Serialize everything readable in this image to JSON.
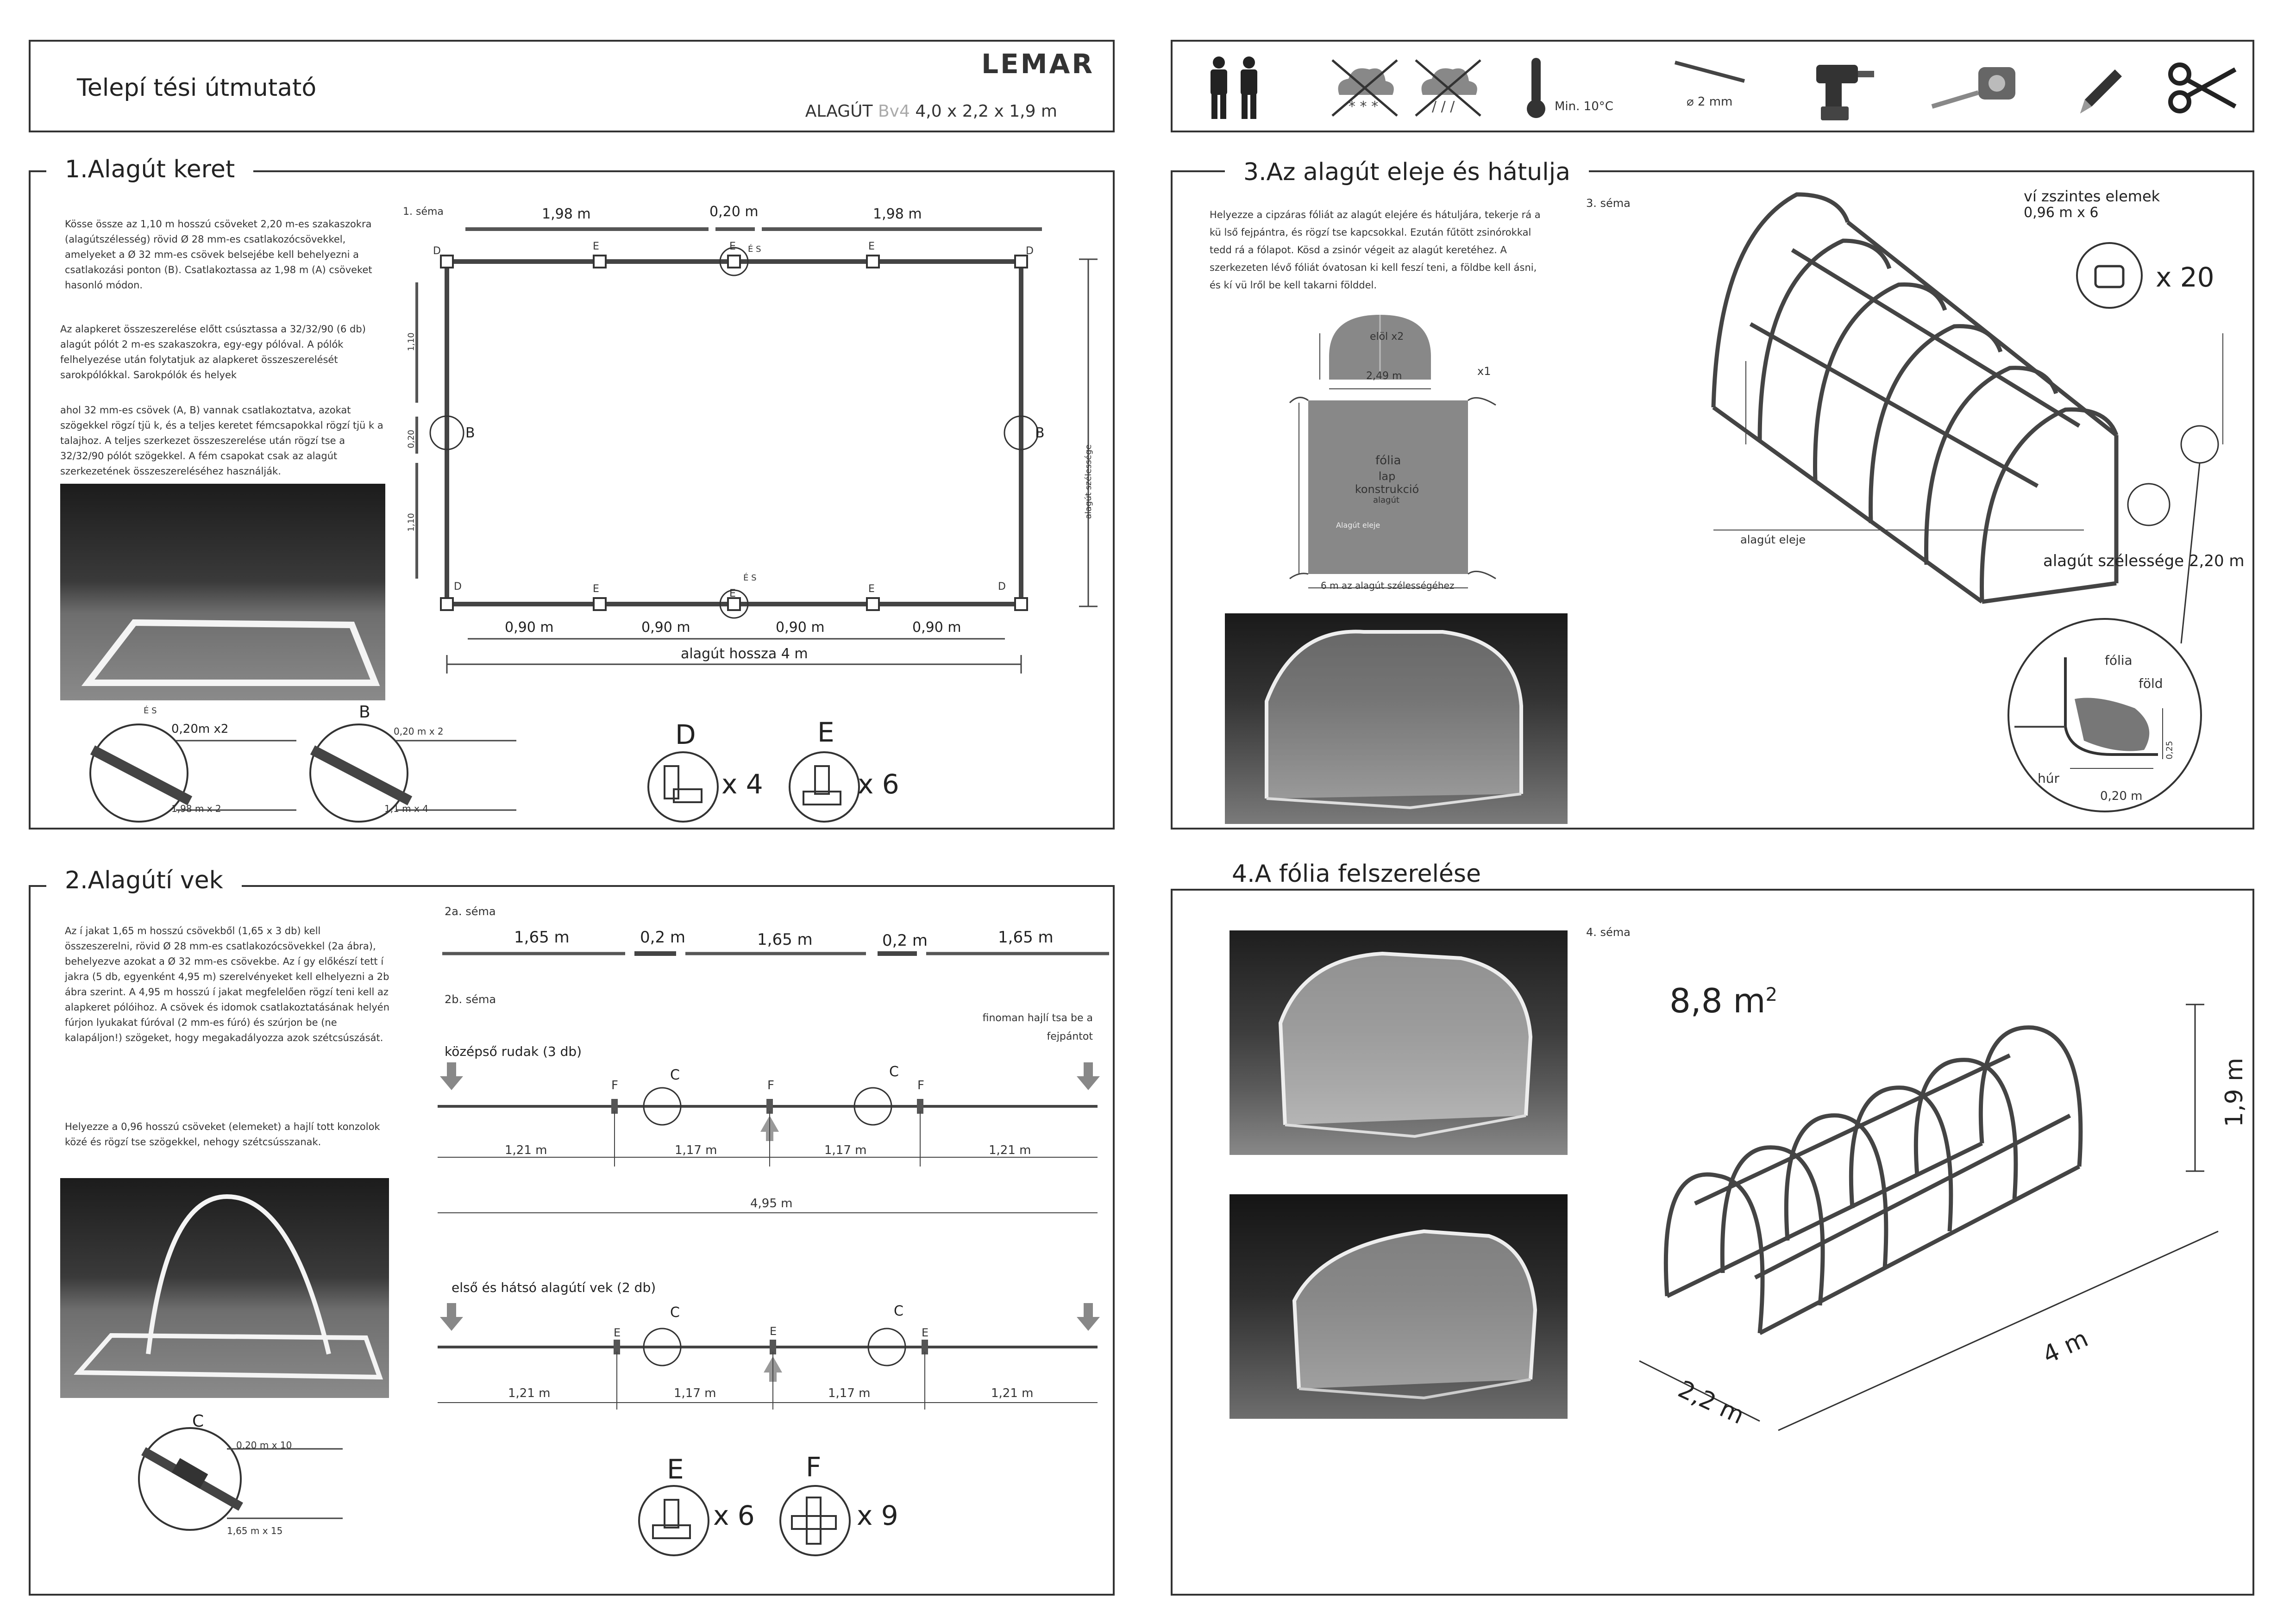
{
  "header": {
    "title": "Telepí tési útmutató",
    "brand": "LEMAR",
    "model_prefix": "ALAGÚT",
    "model_code": "Bv4",
    "model_dims": "4,0 x 2,2 x 1,9 m"
  },
  "toolbar": {
    "min_temp": "Min. 10°C",
    "drill_size": "2 mm",
    "diameter_symbol": "⌀"
  },
  "s1": {
    "title": "1.Alagút keret",
    "para1": "Kösse össze az 1,10 m hosszú csöveket 2,20 m-es szakaszokra (alagútszélesség) rövid Ø 28 mm-es csatlakozócsövekkel, amelyeket a Ø 32 mm-es csövek belsejébe kell behelyezni a csatlakozási ponton (B). Csatlakoztassa az 1,98 m (A) csöveket hasonló módon.",
    "para2": "Az alapkeret összeszerelése előtt csúsztassa a 32/32/90 (6 db) alagút pólót 2 m-es szakaszokra, egy-egy pólóval. A pólók felhelyezése után folytatjuk az alapkeret összeszerelését sarokpólókkal. Sarokpólók és helyek",
    "para3": "ahol 32 mm-es csövek (A, B) vannak csatlakoztatva, azokat szögekkel rögzí tjü k, és a teljes keretet fémcsapokkal rögzí tjü k a talajhoz. A teljes szerkezet összeszerelése után rögzí tse a 32/32/90 pólót szögekkel. A fém csapokat csak az alagút szerkezetének összeszereléséhez használják.",
    "schema": "1. séma",
    "dim_198a": "1,98 m",
    "dim_020": "0,20 m",
    "dim_198b": "1,98 m",
    "dim_090": "0,90 m",
    "length_label": "alagút hossza 4 m",
    "width_label": "alagút szélessége",
    "side_110a": "1,10",
    "side_020": "0,20",
    "side_110b": "1,10",
    "lbl_D": "D",
    "lbl_E": "E",
    "lbl_B": "B",
    "lbl_ES": "É S",
    "detail1_top": "0,20m x2",
    "detail1_bot": "1,98 m x 2",
    "detail2_top": "0,20 m x 2",
    "detail2_bot": "1,1 m x 4",
    "count_D": "x 4",
    "count_E": "x 6"
  },
  "s2": {
    "title": "2.Alagútí vek",
    "para1": "Az í jakat 1,65 m hosszú csövekből (1,65 x 3 db) kell összeszerelni, rövid Ø 28 mm-es csatlakozócsövekkel (2a ábra), behelyezve azokat a Ø 32 mm-es csövekbe. Az í gy előkészí tett í jakra (5 db, egyenként 4,95 m) szerelvényeket kell elhelyezni a 2b ábra szerint. A 4,95 m hosszú í jakat megfelelően rögzí teni kell az alapkeret pólóihoz. A csövek és idomok csatlakoztatásának helyén fúrjon lyukakat fúróval (2 mm-es fúró) és szúrjon be (ne kalapáljon!) szögeket, hogy megakadályozza azok szétcsúszását.",
    "para2": "Helyezze a 0,96 hosszú csöveket (elemeket) a hajlí tott konzolok közé és rögzí tse szögekkel, nehogy szétcsússzanak.",
    "schema_a": "2a. séma",
    "schema_b": "2b. séma",
    "dim_165": "1,65 m",
    "dim_02": "0,2 m",
    "bend_note": "finoman hajlí tsa be a fejpántot",
    "mid_rods": "középső rudak (3 db)",
    "end_rods": "első és hátsó alagútí vek (2 db)",
    "dim_121": "1,21 m",
    "dim_117": "1,17 m",
    "dim_495": "4,95 m",
    "lbl_F": "F",
    "lbl_C": "C",
    "detail_top": "0,20 m x 10",
    "detail_bot": "1,65 m x 15",
    "count_E": "x 6",
    "count_F": "x 9",
    "lbl_E": "E"
  },
  "s3": {
    "title": "3.Az alagút eleje és hátulja",
    "para": "Helyezze a cipzáras fóliát az alagút elejére és hátuljára, tekerje rá a kü lső fejpántra, és rögzí tse kapcsokkal. Ezután fűtött zsinórokkal tedd rá a fólapot. Kösd a zsinór végeit az alagút keretéhez. A szerkezeten lévő fóliát óvatosan ki kell feszí teni, a földbe kell ásni, és kí vü lről be kell takarni földdel.",
    "schema": "3. séma",
    "front_x2": "elöl x2",
    "dim_249": "2,49 m",
    "x1": "x1",
    "folia": "fólia",
    "lap_konstr": "lap konstrukció",
    "alagut": "alagút",
    "alagut_eleje_small": "Alagút eleje",
    "six_m": "6 m az alagút szélességéhez",
    "horiz": "ví zszintes elemek",
    "horiz_dim": "0,96 m x 6",
    "x20": "x 20",
    "alagut_eleje": "alagút eleje",
    "width": "alagút szélessége 2,20 m",
    "d_folia": "fólia",
    "d_fold": "föld",
    "d_hur": "húr",
    "d_020": "0,20 m",
    "d_025": "0,25"
  },
  "s4": {
    "title": "4.A fólia felszerelése",
    "schema": "4. séma",
    "area": "8,8 m",
    "area_sup": "2",
    "h": "1,9 m",
    "w": "2,2 m",
    "l": "4 m"
  }
}
